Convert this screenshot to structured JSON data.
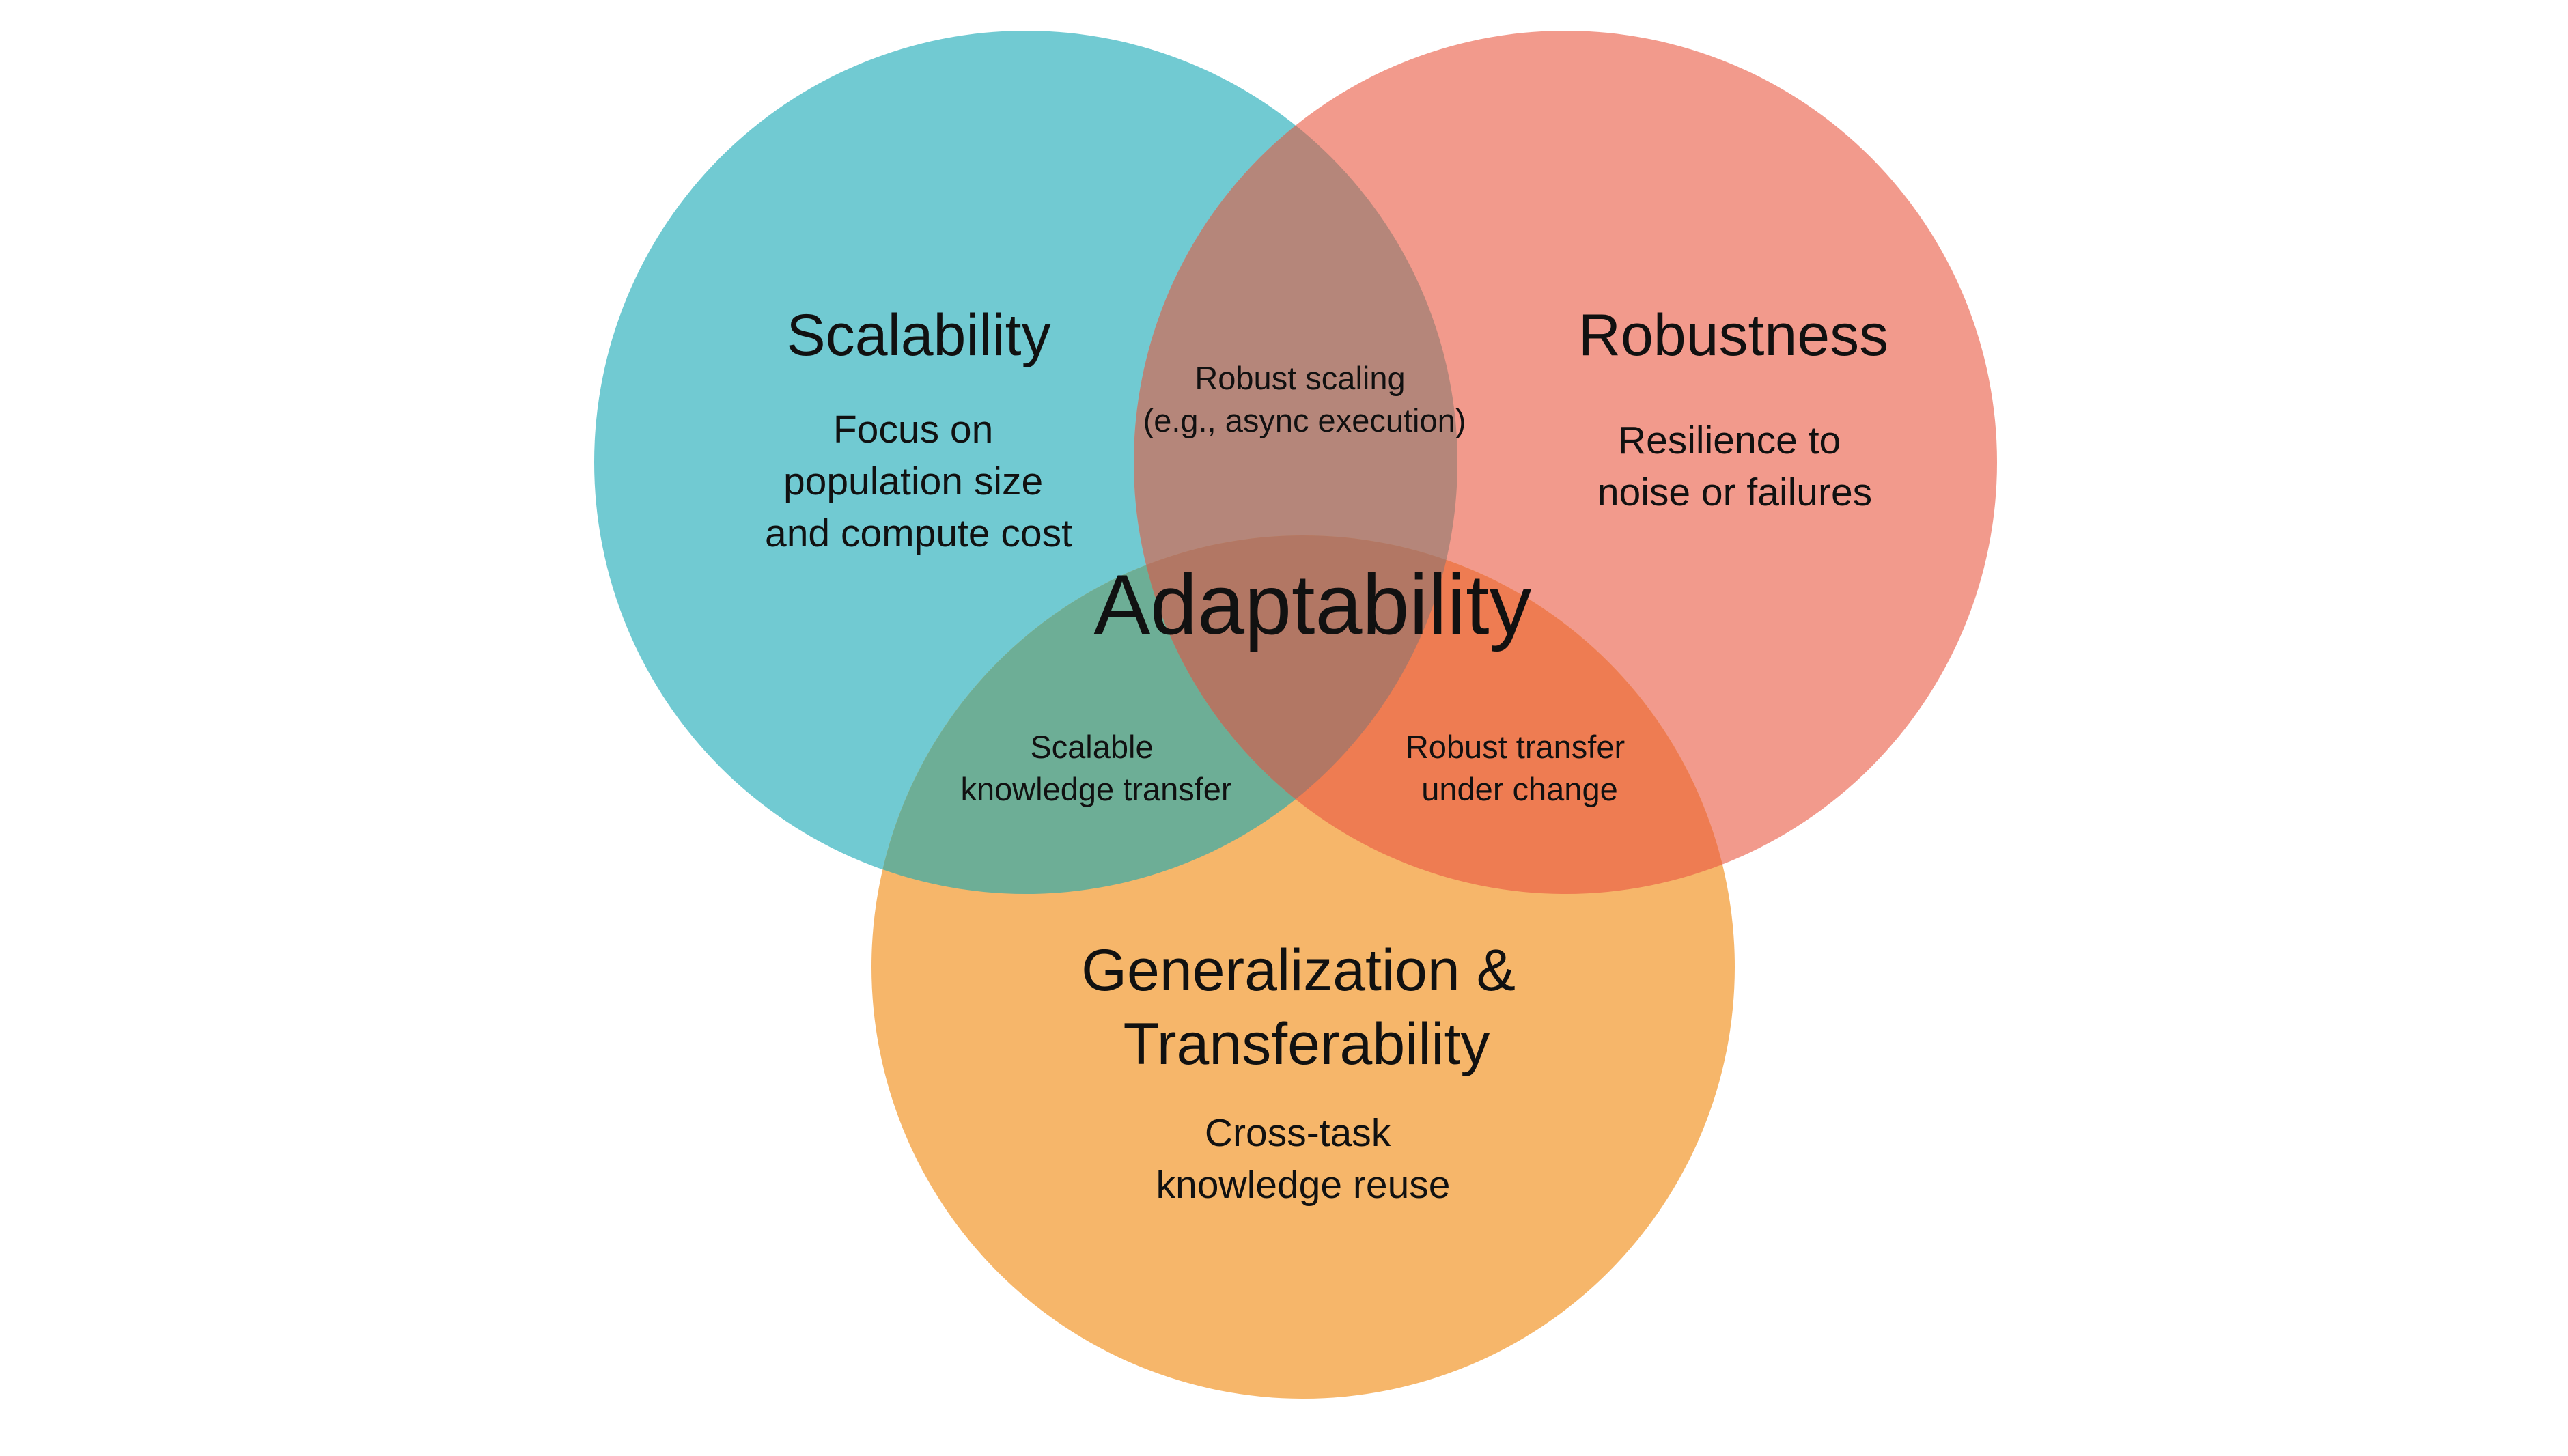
{
  "diagram": {
    "circles": [
      {
        "id": "scalability",
        "title_lines": [
          "Scalability"
        ],
        "description_lines": [
          "Focus on",
          "population size",
          "and compute cost"
        ],
        "color": "#71CAD2"
      },
      {
        "id": "robustness",
        "title_lines": [
          "Robustness"
        ],
        "description_lines": [
          "Resilience to",
          "noise or failures"
        ],
        "color": "#F29A8C"
      },
      {
        "id": "generalization",
        "title_lines": [
          "Generalization &",
          "Transferability"
        ],
        "description_lines": [
          "Cross-task",
          "knowledge reuse"
        ],
        "color": "#F6B66A"
      }
    ],
    "intersections": {
      "scalability_robustness": {
        "lines": [
          "Robust scaling",
          "(e.g., async execution)"
        ],
        "color": "#B5867A"
      },
      "scalability_generalization": {
        "lines": [
          "Scalable",
          "knowledge transfer"
        ],
        "color": "#6DAE96"
      },
      "robustness_generalization": {
        "lines": [
          "Robust transfer",
          "under change"
        ],
        "color": "#EE7C52"
      },
      "all_three": {
        "color": "#B27764"
      }
    },
    "center_label": "Adaptability"
  }
}
